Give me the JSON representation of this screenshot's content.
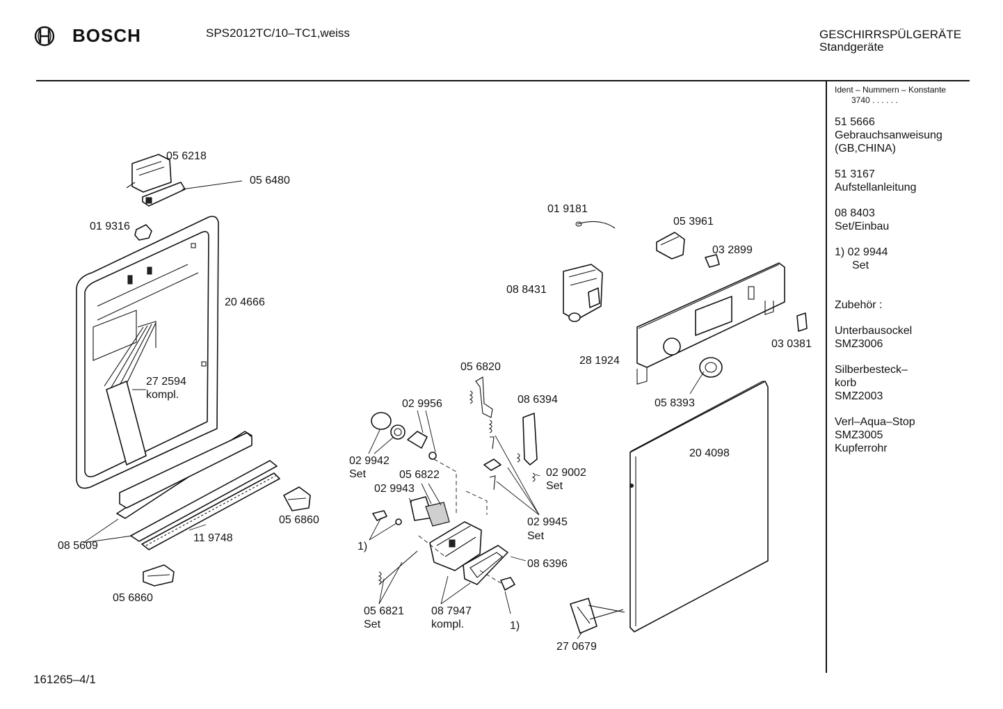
{
  "header": {
    "brand": "BOSCH",
    "model": "SPS2012TC/10–TC1,weiss",
    "category_line1": "GESCHIRRSPÜLGERÄTE",
    "category_line2": "Standgeräte"
  },
  "footer": {
    "doc_id": "161265–4/1"
  },
  "sidebar": {
    "ident_title": "Ident – Nummern – Konstante",
    "ident_value": "3740 .  .   .  .  .  .",
    "entries": [
      {
        "lines": [
          "51 5666",
          "Gebrauchsanweisung",
          "(GB,CHINA)"
        ]
      },
      {
        "lines": [
          "51 3167",
          "Aufstellanleitung"
        ]
      },
      {
        "lines": [
          "08 8403",
          "Set/Einbau"
        ]
      },
      {
        "lines": [
          "1)  02 9944",
          "Set"
        ]
      },
      {
        "lines": [
          "Zubehör :"
        ]
      },
      {
        "lines": [
          "Unterbausockel",
          "SMZ3006"
        ]
      },
      {
        "lines": [
          "Silberbesteck–",
          "korb",
          "SMZ2003"
        ]
      },
      {
        "lines": [
          "Verl–Aqua–Stop",
          "SMZ3005",
          "Kupferrohr"
        ]
      }
    ]
  },
  "parts": {
    "p056218": "05 6218",
    "p056480": "05 6480",
    "p019316": "01 9316",
    "p204666": "20 4666",
    "p272594": "27 2594",
    "kompl": "kompl.",
    "p085609": "08 5609",
    "p119748": "11 9748",
    "p056860a": "05 6860",
    "p056860b": "05 6860",
    "p019181": "01 9181",
    "p053961": "05 3961",
    "p032899": "03 2899",
    "p088431": "08 8431",
    "p030381": "03 0381",
    "p281924": "28 1924",
    "p058393": "05 8393",
    "p056820": "05 6820",
    "p086394": "08 6394",
    "p029956": "02 9956",
    "p029942": "02 9942",
    "set": "Set",
    "p056822": "05 6822",
    "p029943": "02 9943",
    "p029002": "02 9002",
    "p029945": "02 9945",
    "p204098": "20 4098",
    "p086396": "08 6396",
    "one": "1)",
    "p056821": "05 6821",
    "p087947": "08 7947",
    "p270679": "27 0679"
  }
}
